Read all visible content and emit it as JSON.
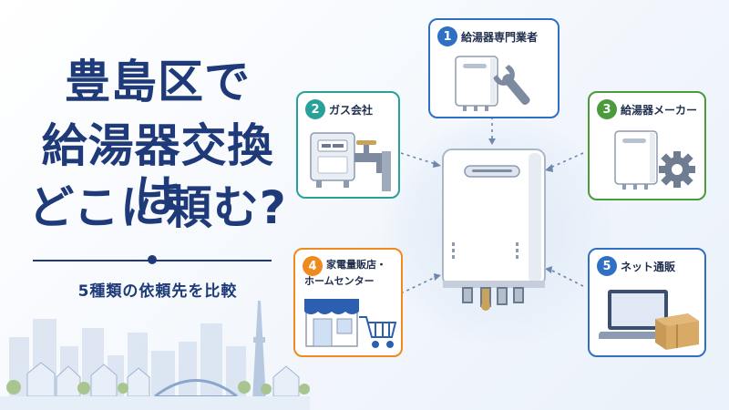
{
  "headline": {
    "line1": "豊島区で",
    "line2": "給湯器交換は",
    "line3": "どこに頼む?"
  },
  "subtitle": "5種類の依頼先を比較",
  "cards": [
    {
      "number": "1",
      "label": "給湯器専門業者",
      "color": "#2f6fc4"
    },
    {
      "number": "2",
      "label": "ガス会社",
      "color": "#2aa198"
    },
    {
      "number": "3",
      "label": "給湯器メーカー",
      "color": "#4b9a3c"
    },
    {
      "number": "4",
      "label_line1": "家電量販店・",
      "label_line2": "ホームセンター",
      "color": "#ee8a1e"
    },
    {
      "number": "5",
      "label": "ネット通販",
      "color": "#2f6fc4"
    }
  ],
  "icons": {
    "card1": [
      "water-heater-icon",
      "wrench-icon"
    ],
    "card2": [
      "gas-meter-icon",
      "faucet-icon"
    ],
    "card3": [
      "water-heater-icon",
      "gear-icon"
    ],
    "card4": [
      "store-icon",
      "shopping-cart-icon"
    ],
    "card5": [
      "laptop-icon",
      "cardboard-box-icon"
    ],
    "center": "water-heater-illustration",
    "scene": "city-skyline-illustration"
  }
}
